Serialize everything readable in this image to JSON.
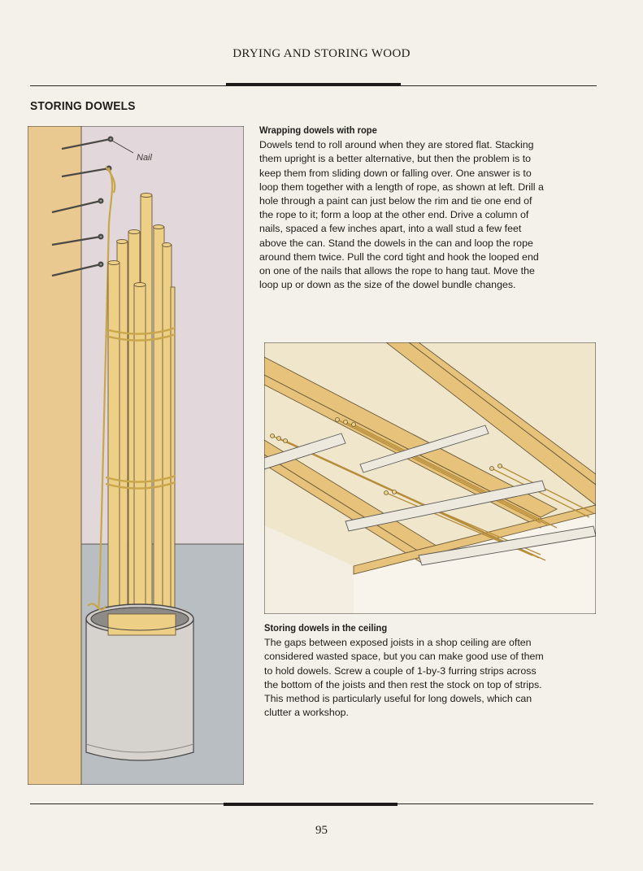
{
  "header": {
    "title": "DRYING AND STORING WOOD"
  },
  "section": {
    "title": "STORING DOWELS"
  },
  "figure_left": {
    "callout": "Nail"
  },
  "caption_rope": {
    "title": "Wrapping dowels with rope",
    "body": "Dowels tend to roll around when they are stored flat. Stacking them upright is a better alternative, but then the problem is to keep them from sliding down or falling over. One answer is to loop them together with a length of rope, as shown at left. Drill a hole through a paint can just below the rim and tie one end of the rope to it; form a loop at the other end. Drive a column of nails, spaced a few inches apart, into a wall stud a few feet above the can. Stand the dowels in the can and loop the rope around them twice. Pull the cord tight and hook the looped end on one of the nails that allows the rope to hang taut. Move the loop up or down as the size of the dowel bundle changes."
  },
  "caption_ceiling": {
    "title": "Storing dowels in the ceiling",
    "body": "The gaps between exposed joists in a shop ceiling are often considered wasted space, but you can make good use of them to hold dowels. Screw a couple of 1-by-3 furring strips across the bottom of the joists and then rest the stock on top of strips. This method is particularly useful for long dowels, which can clutter a workshop."
  },
  "footer": {
    "page_number": "95"
  },
  "colors": {
    "wall": "#e2d7da",
    "stud": "#e9c98f",
    "floor": "#b9bec2",
    "dowel": "#edcf86",
    "ceiling": "#efe6cc",
    "rope": "#c9a64a"
  }
}
